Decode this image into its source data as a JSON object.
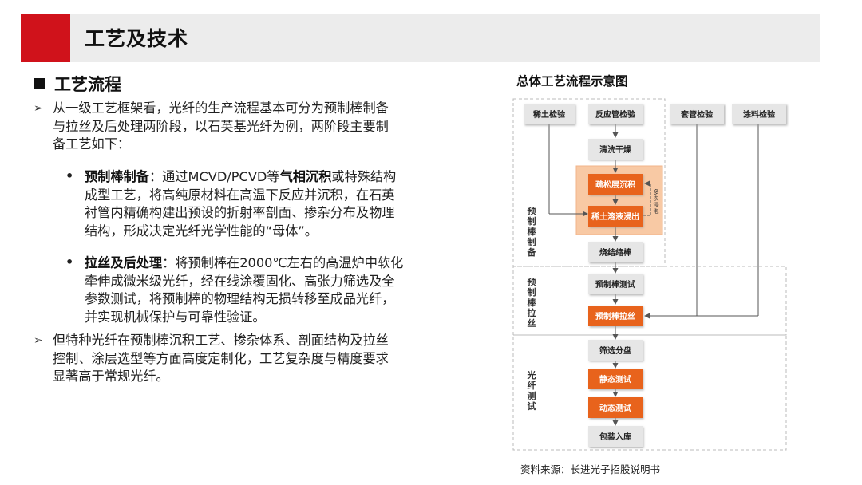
{
  "header": {
    "title": "工艺及技术"
  },
  "section": {
    "title": "工艺流程"
  },
  "content": {
    "intro": [
      "从一级工艺框架看，光纤的生产流程基本可分为预制棒制备",
      "与拉丝及后处理两阶段，以石英基光纤为例，两阶段主要制",
      "备工艺如下："
    ],
    "preform": {
      "label": "预制棒制备",
      "line1_a": "：通过MCVD/PCVD等",
      "line1_b": "气相沉积",
      "line1_c": "或特殊结构",
      "lines": [
        "成型工艺，将高纯原材料在高温下反应并沉积，在石英",
        "衬管内精确构建出预设的折射率剖面、掺杂分布及物理",
        "结构，形成决定光纤光学性能的“母体”。"
      ]
    },
    "drawing": {
      "label": "拉丝及后处理",
      "line1": "：将预制棒在2000℃左右的高温炉中软化",
      "lines": [
        "牵伸成微米级光纤，经在线涂覆固化、高张力筛选及全",
        "参数测试，将预制棒的物理结构无损转移至成品光纤，",
        "并实现机械保护与可靠性验证。"
      ]
    },
    "special": [
      "但特种光纤在预制棒沉积工艺、掺杂体系、剖面结构及拉丝",
      "控制、涂层选型等方面高度定制化，工艺复杂度与精度要求",
      "显著高于常规光纤。"
    ]
  },
  "diagram": {
    "title": "总体工艺流程示意图",
    "top_boxes": [
      "稀土检验",
      "反应管检验",
      "套管检验",
      "涂料检验"
    ],
    "steps": {
      "clean": "清洗干燥",
      "deposit": "疏松层沉积",
      "soak": "稀土溶液浸出",
      "sinter": "烧结缩棒",
      "preform_test": "预制棒测试",
      "draw": "预制棒拉丝",
      "screen": "筛选分盘",
      "static": "静态测试",
      "dynamic": "动态测试",
      "pack": "包装入库"
    },
    "repeat_label": "多次浸泡",
    "stages": [
      "预制棒制备",
      "预制棒拉丝",
      "光纤测试"
    ],
    "colors": {
      "orange": "#e8641e",
      "gray": "#e6e6e6",
      "highlight": "#f8c9a4"
    }
  },
  "source": "资料来源：长进光子招股说明书"
}
